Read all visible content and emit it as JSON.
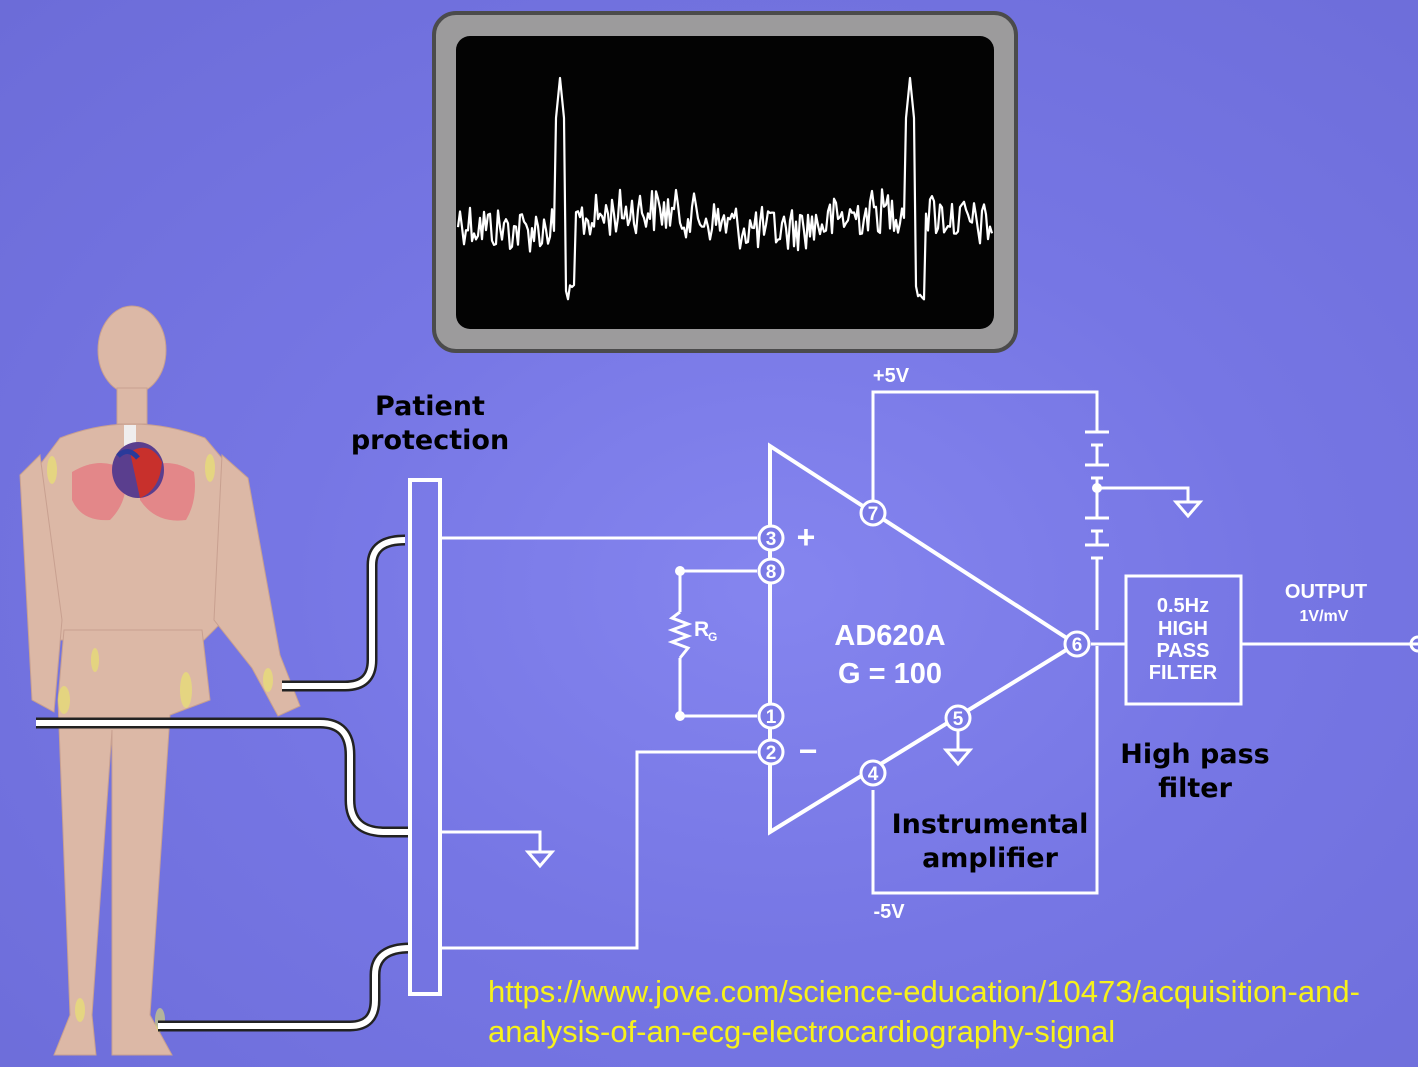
{
  "labels": {
    "patient_protection": "Patient protection",
    "instrumental_amplifier": "Instrumental amplifier",
    "high_pass_filter": "High pass filter"
  },
  "circuit": {
    "amp_name": "AD620A",
    "gain": "G = 100",
    "resistor": "R",
    "resistor_sub": "G",
    "plus_sign": "+",
    "minus_sign": "−",
    "vplus": "+5V",
    "vminus": "-5V",
    "pins": [
      "3",
      "8",
      "1",
      "2",
      "7",
      "6",
      "5",
      "4"
    ],
    "filter_lines": [
      "0.5Hz",
      "HIGH",
      "PASS",
      "FILTER"
    ],
    "output_title": "OUTPUT",
    "output_gain": "1V/mV"
  },
  "source_url": "https://www.jove.com/science-education/10473/acquisition-and-analysis-of-an-ecg-electrocardiography-signal",
  "colors": {
    "background": "#7a7ae6",
    "wire": "#ffffff",
    "url": "#f7f21a",
    "skin": "#dcb8a6"
  }
}
